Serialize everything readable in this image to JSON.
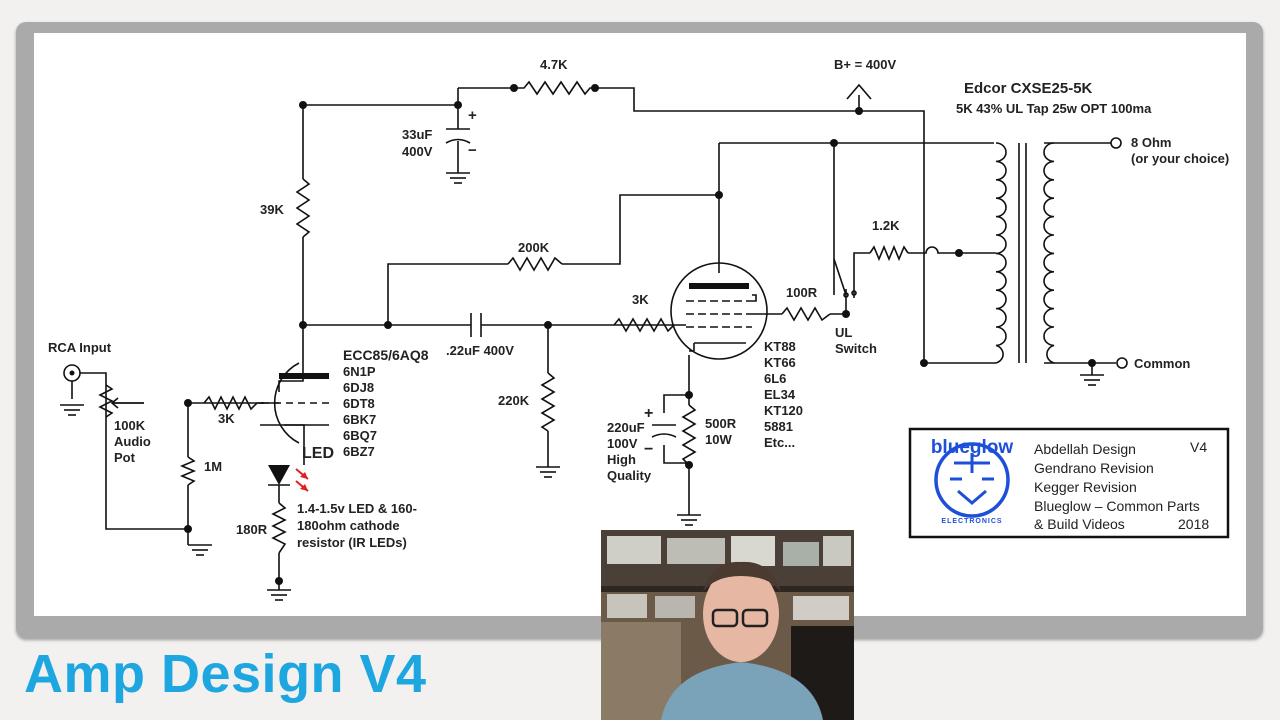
{
  "slide_title": "Amp Design V4",
  "colors": {
    "title": "#1ea6e0",
    "led": "#e02020",
    "logo_blue": "#1e4fd8"
  },
  "schematic": {
    "r_plate_feed": "4.7K",
    "b_plus": "B+ = 400V",
    "transformer_name": "Edcor CXSE25-5K",
    "transformer_spec": "5K 43% UL Tap  25w OPT  100ma",
    "out_8ohm": "8 Ohm",
    "out_choice": "(or your choice)",
    "cap_filter_value": "33uF",
    "cap_filter_voltage": "400V",
    "r_39k": "39K",
    "r_200k": "200K",
    "r_1_2k": "1.2K",
    "r_3k_grid": "3K",
    "r_100r": "100R",
    "ul_label": "UL",
    "switch_label": "Switch",
    "common_label": "Common",
    "rca_input": "RCA Input",
    "pot_value": "100K",
    "pot_audio": "Audio",
    "pot_label": "Pot",
    "r_3k_input": "3K",
    "r_1m": "1M",
    "preamp_tube": "ECC85/6AQ8",
    "preamp_subs": [
      "6N1P",
      "6DJ8",
      "6DT8",
      "6BK7",
      "6BQ7",
      "6BZ7"
    ],
    "coupling_cap": ".22uF 400V",
    "r_220k": "220K",
    "power_tubes": [
      "KT88",
      "KT66",
      "6L6",
      "EL34",
      "KT120",
      "5881",
      "Etc..."
    ],
    "r_500r": "500R",
    "r_500r_watt": "10W",
    "cap_cathode_value": "220uF",
    "cap_cathode_voltage": "100V",
    "cap_cathode_high": "High",
    "cap_cathode_quality": "Quality",
    "led_label": "LED",
    "led_note": [
      "1.4-1.5v LED & 160-",
      "180ohm cathode",
      "resistor (IR LEDs)"
    ],
    "r_180r": "180R",
    "cap_plus": "+",
    "cap_minus": "−"
  },
  "credits": {
    "logo_word": "blueglow",
    "logo_sub": "ELECTRONICS",
    "line1": "Abdellah Design",
    "version": "V4",
    "line2": "Gendrano Revision",
    "line3": "Kegger Revision",
    "line4": "Blueglow – Common Parts",
    "line5": "& Build Videos",
    "year": "2018"
  }
}
